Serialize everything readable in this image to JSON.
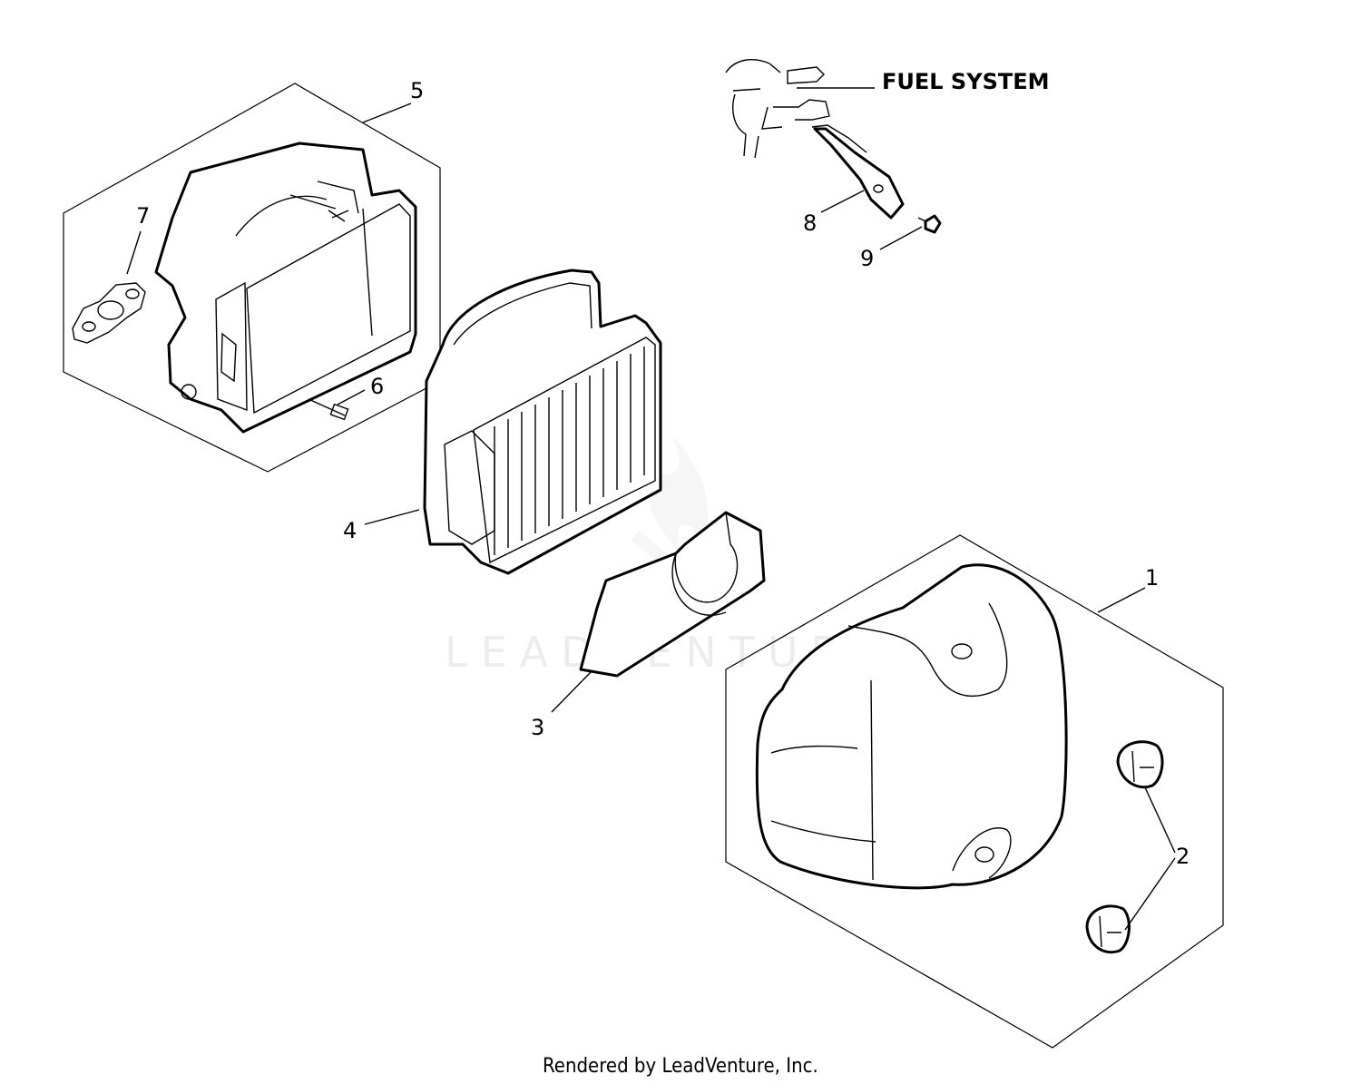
{
  "diagram": {
    "callouts": [
      "1",
      "2",
      "3",
      "4",
      "5",
      "6",
      "7",
      "8",
      "9"
    ],
    "reference_label": "FUEL SYSTEM",
    "watermark": "LEADVENTURE",
    "credit": "Rendered by LeadVenture, Inc."
  }
}
